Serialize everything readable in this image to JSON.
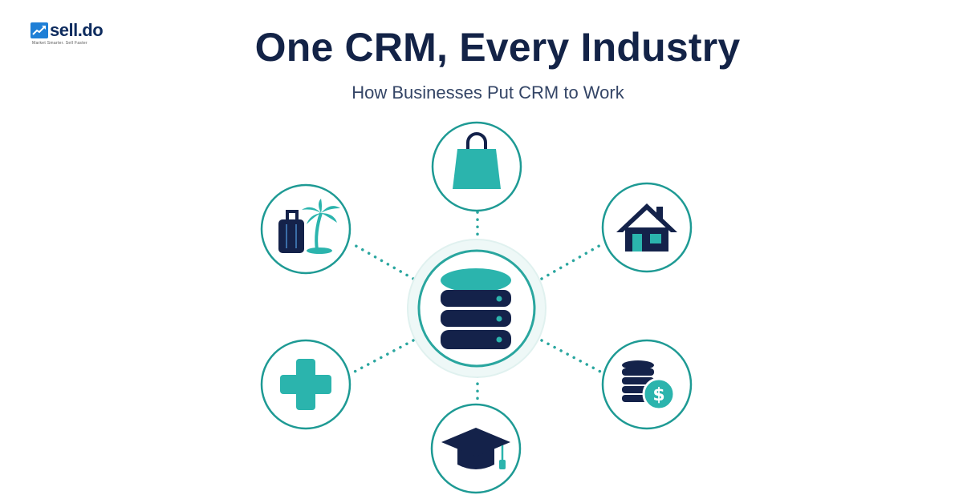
{
  "brand": {
    "name": "sell.do",
    "tagline": "Market Smarter. Sell Faster"
  },
  "header": {
    "title": "One CRM, Every Industry",
    "subtitle": "How Businesses Put CRM to Work"
  },
  "colors": {
    "navy": "#14224a",
    "teal": "#2bb4ad",
    "ring": "#1e9a94",
    "hub_halo": "#e8f5f4",
    "dots": "#2aa69f"
  },
  "diagram": {
    "hub": {
      "icon": "database-icon"
    },
    "nodes": [
      {
        "id": "retail",
        "icon": "shopping-bag-icon"
      },
      {
        "id": "real-estate",
        "icon": "house-icon"
      },
      {
        "id": "finance",
        "icon": "coin-stack-dollar-icon"
      },
      {
        "id": "education",
        "icon": "graduation-cap-icon"
      },
      {
        "id": "healthcare",
        "icon": "medical-cross-icon"
      },
      {
        "id": "travel",
        "icon": "luggage-palm-tree-icon"
      }
    ]
  }
}
